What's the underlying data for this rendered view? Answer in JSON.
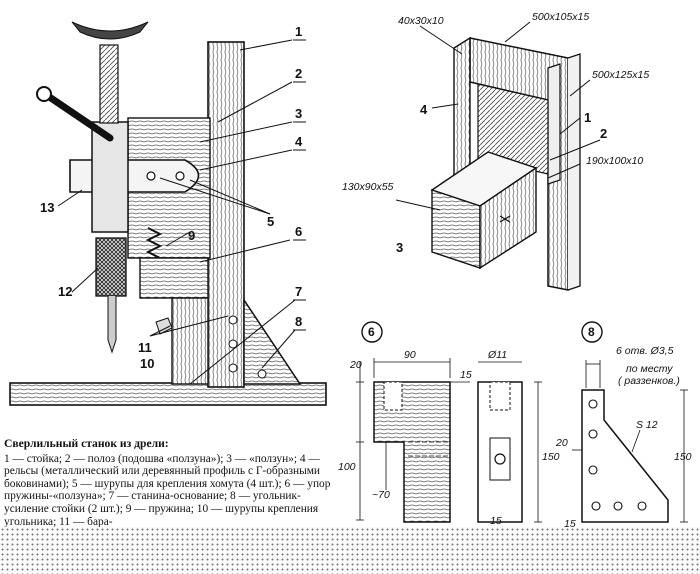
{
  "caption": {
    "title": "Сверлильный станок из дрели:",
    "body": "1 — стойка; 2 — полоз (подошва «ползуна»); 3 — «ползун»; 4 — рельсы (металлический или деревянный профиль с Г-образными боковинами); 5 — шурупы для крепления хомута (4 шт.); 6 — упор пружины-«ползуна»; 7 — станина-основание; 8 — угольник-усиление стойки (2 шт.); 9 — пружина; 10 — шурупы крепления угольника; 11 — бара-"
  },
  "machine_labels": {
    "n1": "1",
    "n2": "2",
    "n3": "3",
    "n4": "4",
    "n5": "5",
    "n6": "6",
    "n7": "7",
    "n8": "8",
    "n9": "9",
    "n10": "10",
    "n11": "11",
    "n12": "12",
    "n13": "13"
  },
  "assembly": {
    "dim_top_left": "40x30x10",
    "dim_top_right": "500x105x15",
    "dim_right": "500x125x15",
    "dim_slider_plate": "190x100x10",
    "dim_block": "130x90x55",
    "part_4": "4",
    "part_1": "1",
    "part_2": "2",
    "part_3": "3"
  },
  "detail6": {
    "marker": "6",
    "dim_width": "90",
    "dim_top": "20",
    "dim_right": "15",
    "dim_height": "100",
    "dim_inner": "~70",
    "dim_bottom": "15",
    "dim_hole": "Ø11",
    "dim_side_height": "150"
  },
  "detail8": {
    "marker": "8",
    "holes_note": "6 отв. Ø3,5",
    "place_note_1": "по месту",
    "place_note_2": "( раззенков.)",
    "slope": "S 12",
    "dim_left": "20",
    "dim_height": "150",
    "dim_bottom": "15"
  }
}
